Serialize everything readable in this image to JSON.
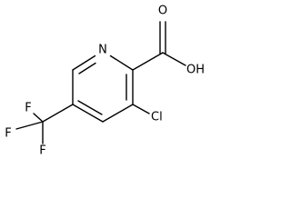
{
  "molecule": {
    "atoms": {
      "n": "N",
      "o_hydroxyl": "OH",
      "o_carbonyl": "O",
      "cl": "Cl",
      "f_top": "F",
      "f_left": "F",
      "f_bottom": "F"
    }
  }
}
